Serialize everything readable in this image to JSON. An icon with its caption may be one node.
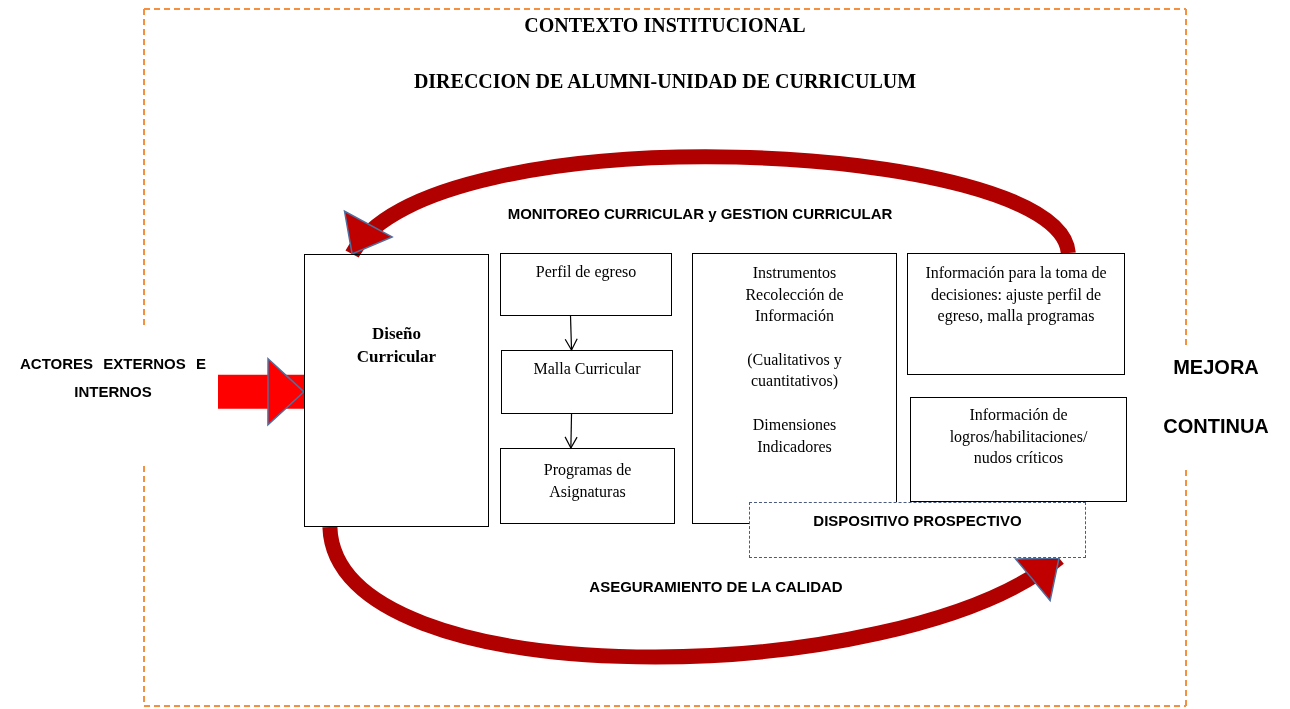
{
  "diagram": {
    "nodes": [
      {
        "text": [
          "CONTEXTO INSTITUCIONAL",
          "DIRECCION DE ALUMNI-UNIDAD DE CURRICULUM"
        ]
      },
      {
        "text": [
          "ACTORES EXTERNOS E INTERNOS"
        ]
      },
      {
        "text": [
          "Diseño Curricular"
        ],
        "in": 0
      },
      {
        "text": [
          "Perfil de egreso"
        ],
        "in": 0
      },
      {
        "text": [
          "Malla Curricular"
        ],
        "in": 0
      },
      {
        "text": [
          "Programas de Asignaturas"
        ],
        "in": 0
      },
      {
        "text": [
          "Instrumentos Recolección de Información",
          "(Cualitativos y cuantitativos)",
          "Dimensiones Indicadores"
        ],
        "in": 0
      },
      {
        "text": [
          "Información para la toma de decisiones: ajuste perfil de egreso, malla programas"
        ],
        "in": 0
      },
      {
        "text": [
          "Información de logros/habilitaciones/ nudos críticos"
        ],
        "in": 0
      },
      {
        "text": [
          "DISPOSITIVO PROSPECTIVO"
        ],
        "in": 0
      }
    ],
    "edges": [
      {
        "from": 1,
        "to": 2,
        "arrow": "to",
        "style": "thick",
        "color": "#ff0000"
      },
      {
        "from": 3,
        "to": 4,
        "arrow": "to"
      },
      {
        "from": 4,
        "to": 5,
        "arrow": "to"
      },
      {
        "from": 7,
        "to": 2,
        "arrow": "to",
        "color": "#b00000"
      },
      {
        "from": 2,
        "to": 9,
        "arrow": "to",
        "color": "#b00000"
      }
    ],
    "labels": [
      "MONITOREO CURRICULAR y GESTION CURRICULAR",
      "MEJORA",
      "CONTINUA",
      "ASEGURAMIENTO DE LA CALIDAD"
    ]
  }
}
